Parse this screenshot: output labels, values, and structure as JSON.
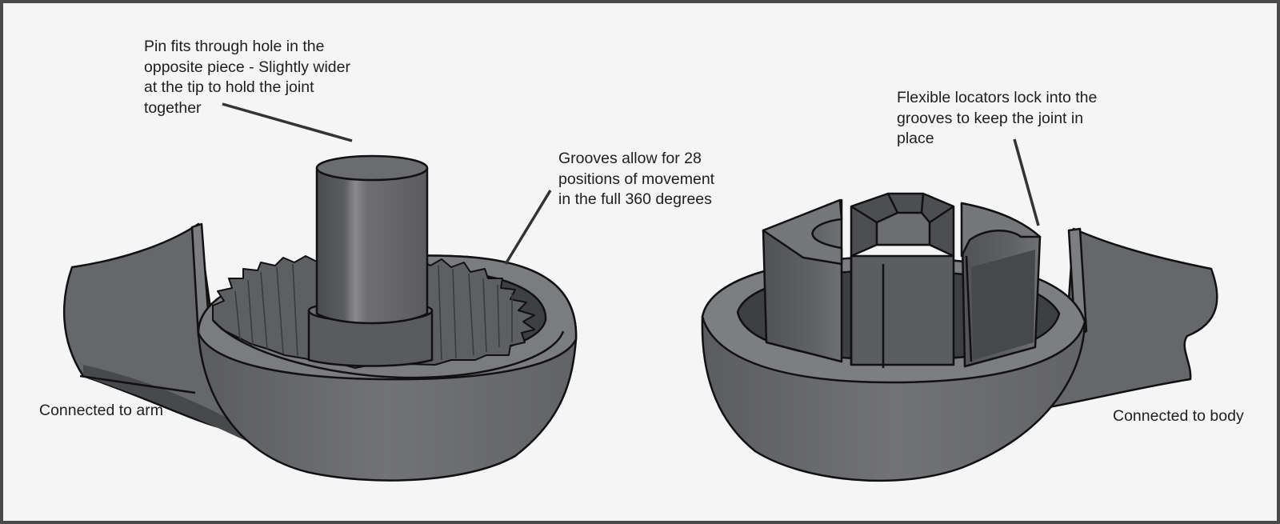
{
  "diagram": {
    "annotations": {
      "pin": "Pin fits through hole in the\nopposite piece - Slightly wider\nat the tip to hold the joint\ntogether",
      "grooves": "Grooves allow for 28\npositions of movement\nin the full 360 degrees",
      "locators": "Flexible locators lock into the\ngrooves to keep the joint in\nplace",
      "arm": "Connected to arm",
      "body": "Connected to body"
    },
    "colors": {
      "background": "#f5f5f5",
      "frame": "#4a4a4a",
      "outline": "#111111",
      "body_mid": "#6b6c70",
      "body_dark": "#4b4c50",
      "body_light": "#86878b",
      "leader_line": "#333333",
      "text": "#1e1e1e"
    }
  }
}
